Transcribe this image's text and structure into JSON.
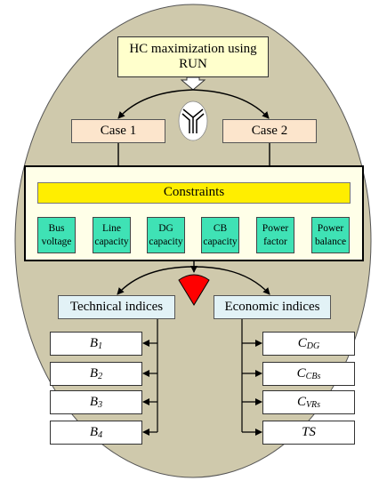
{
  "title": "HC maximization using RUN",
  "cases": [
    "Case 1",
    "Case 2"
  ],
  "constraints": {
    "label": "Constraints",
    "items": [
      {
        "line1": "Bus",
        "line2": "voltage"
      },
      {
        "line1": "Line",
        "line2": "capacity"
      },
      {
        "line1": "DG",
        "line2": "capacity"
      },
      {
        "line1": "CB",
        "line2": "capacity"
      },
      {
        "line1": "Power",
        "line2": "factor"
      },
      {
        "line1": "Power",
        "line2": "balance"
      }
    ]
  },
  "technical": {
    "label": "Technical indices",
    "items": [
      {
        "base": "B",
        "sub": "1"
      },
      {
        "base": "B",
        "sub": "2"
      },
      {
        "base": "B",
        "sub": "3"
      },
      {
        "base": "B",
        "sub": "4"
      }
    ]
  },
  "economic": {
    "label": "Economic indices",
    "items": [
      {
        "base": "C",
        "sub": "DG"
      },
      {
        "base": "C",
        "sub": "CBs"
      },
      {
        "base": "C",
        "sub": "VRs"
      },
      {
        "base": "TS",
        "sub": ""
      }
    ]
  },
  "colors": {
    "ellipse": "#cfc9ac",
    "title_fill": "#ffffcc",
    "case_fill": "#fce5cc",
    "frame_fill": "#ffffe8",
    "constraints_bar": "#ffee00",
    "constraint_item": "#3fe2b5",
    "index_header": "#e2f2f6",
    "splitter": "#ff0000"
  },
  "icons": [
    "split-arrow-icon",
    "red-sector-icon"
  ]
}
